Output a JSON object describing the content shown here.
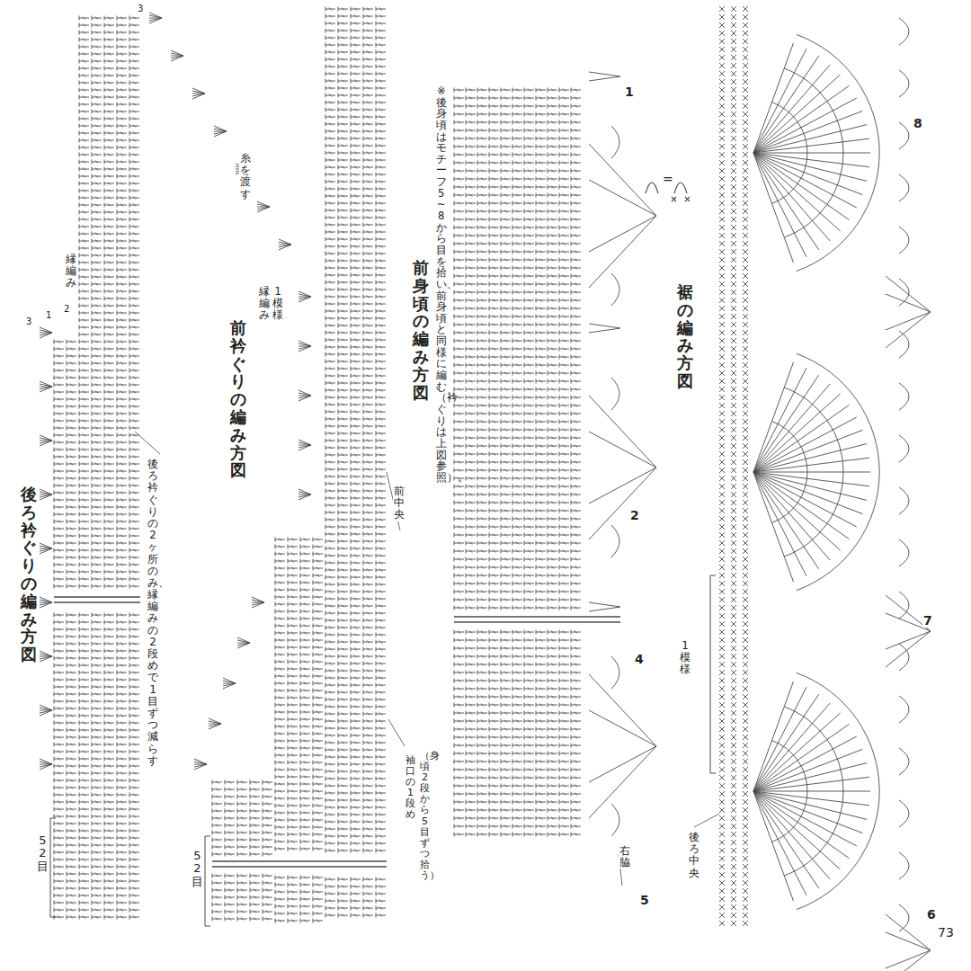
{
  "diagram": {
    "labels": [
      "後ろ衿ぐりの編み方図",
      "後ろ衿ぐりの2ヶ所のみ、縁編みの2段めで1目ずつ減らす",
      "縁編み",
      "3",
      "1",
      "2",
      "3",
      "52目",
      "前衿ぐりの編み方図",
      "縁編み",
      "1模様",
      "糸を渡す",
      "前中央",
      "52目",
      "袖口の1段め",
      "（身頃2段から5目ずつ拾う）",
      "前身頃の編み方図",
      "※後身頃はモチーフ5~8から目を拾い、前身頃と同様に編む（衿ぐりは上図参照）。",
      "1",
      "2",
      "4",
      "右脇",
      "5",
      "裾の編み方図",
      "1模様",
      "後ろ中央",
      "8",
      "7",
      "6",
      "73",
      "="
    ]
  }
}
